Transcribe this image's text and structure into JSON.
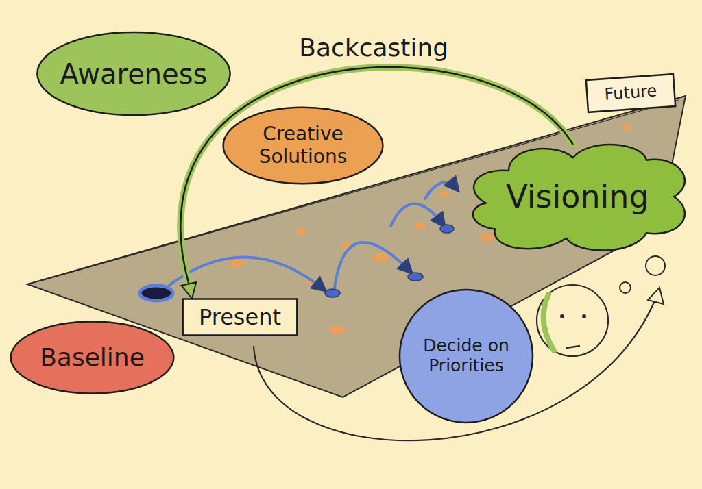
{
  "diagram": {
    "nodes": [
      {
        "text": [
          "Awareness"
        ]
      },
      {
        "text": [
          "Creative Solutions"
        ]
      },
      {
        "text": [
          "Future"
        ]
      },
      {
        "text": [
          "Visioning"
        ]
      },
      {
        "text": [
          "Present"
        ]
      },
      {
        "text": [
          "Baseline"
        ]
      },
      {
        "text": [
          "Decide on Priorities"
        ]
      }
    ],
    "edges": [
      {
        "from": 3,
        "to": 4,
        "label": "Backcasting",
        "arrow": "to"
      }
    ]
  }
}
